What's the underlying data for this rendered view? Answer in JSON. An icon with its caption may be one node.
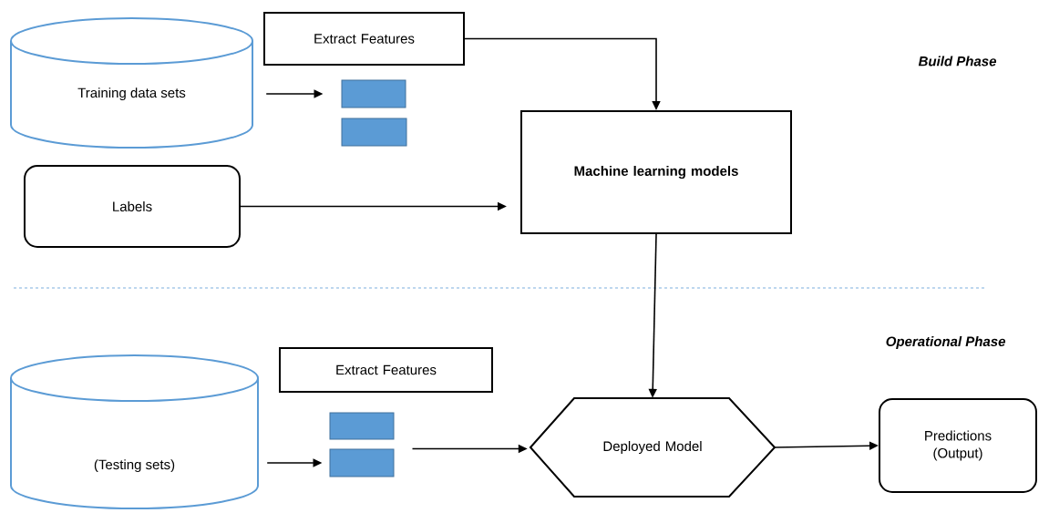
{
  "diagram": {
    "nodes": [
      {
        "text": [
          "Training data sets"
        ]
      },
      {
        "text": [
          "Extract Features"
        ]
      },
      {
        "text": [],
        "shape": "bar"
      },
      {
        "text": [],
        "shape": "bar"
      },
      {
        "text": [
          "Labels"
        ]
      },
      {
        "text": [
          "Machine learning models"
        ]
      },
      {
        "text": [
          "(Testing sets)"
        ]
      },
      {
        "text": [
          "Extract Features"
        ]
      },
      {
        "text": [],
        "shape": "bar"
      },
      {
        "text": [],
        "shape": "bar"
      },
      {
        "text": [
          "Deployed Model"
        ]
      },
      {
        "text": [
          "Predictions (Output)"
        ]
      }
    ],
    "edges": [
      {
        "from": 0,
        "to": 2,
        "arrow": "to"
      },
      {
        "from": 1,
        "to": 5,
        "arrow": "to"
      },
      {
        "from": 4,
        "to": 5,
        "arrow": "to"
      },
      {
        "from": 5,
        "to": 10,
        "arrow": "to"
      },
      {
        "from": 6,
        "to": 9,
        "arrow": "to"
      },
      {
        "from": 9,
        "to": 10,
        "arrow": "to"
      },
      {
        "from": 10,
        "to": 11,
        "arrow": "to"
      }
    ],
    "labels": [
      "Build Phase",
      "Operational Phase"
    ]
  }
}
